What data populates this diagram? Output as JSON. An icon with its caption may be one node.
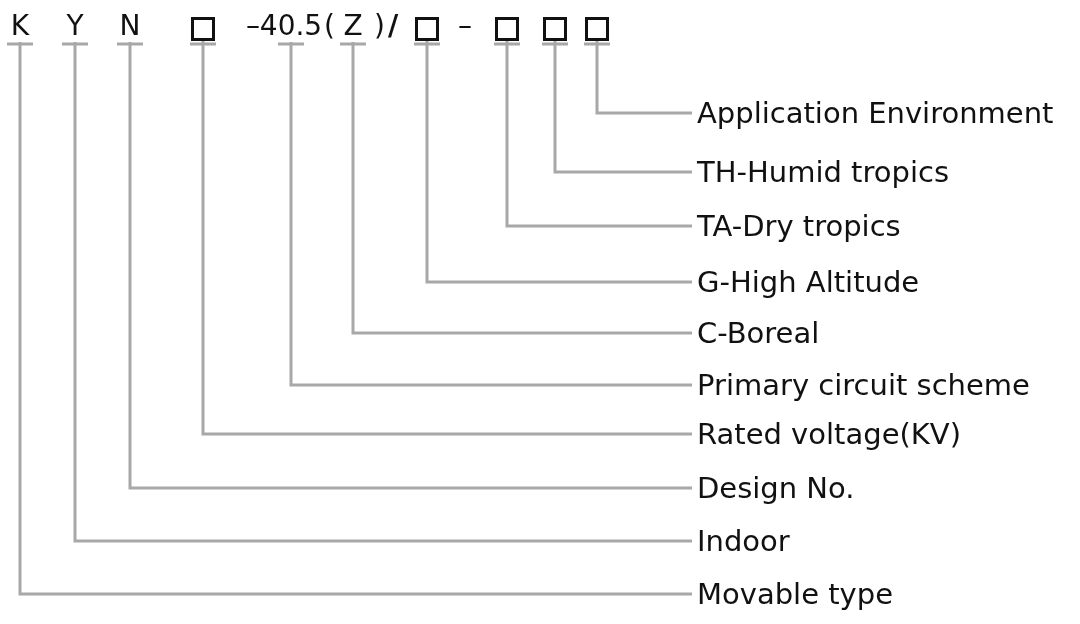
{
  "diagram": {
    "nodes": [
      {
        "text": [
          "K"
        ]
      },
      {
        "text": [
          "Y"
        ]
      },
      {
        "text": [
          "N"
        ]
      },
      {
        "text": [],
        "shape": "box"
      },
      {
        "text": [
          "40.5"
        ]
      },
      {
        "text": [
          "Z"
        ]
      },
      {
        "text": [],
        "shape": "box"
      },
      {
        "text": [],
        "shape": "box"
      },
      {
        "text": [],
        "shape": "box"
      },
      {
        "text": [],
        "shape": "box"
      },
      {
        "text": [
          "Application Environment"
        ]
      },
      {
        "text": [
          "TH-Humid tropics"
        ]
      },
      {
        "text": [
          "TA-Dry tropics"
        ]
      },
      {
        "text": [
          "G-High Altitude"
        ]
      },
      {
        "text": [
          "C-Boreal"
        ]
      },
      {
        "text": [
          "Primary circuit scheme"
        ]
      },
      {
        "text": [
          "Rated voltage(KV)"
        ]
      },
      {
        "text": [
          "Design No."
        ]
      },
      {
        "text": [
          "Indoor"
        ]
      },
      {
        "text": [
          "Movable type"
        ]
      }
    ],
    "edges": [
      {
        "from": 9,
        "to": 10,
        "arrow": "none"
      },
      {
        "from": 8,
        "to": 11,
        "arrow": "none"
      },
      {
        "from": 7,
        "to": 12,
        "arrow": "none"
      },
      {
        "from": 6,
        "to": 13,
        "arrow": "none"
      },
      {
        "from": 5,
        "to": 14,
        "arrow": "none"
      },
      {
        "from": 4,
        "to": 15,
        "arrow": "none"
      },
      {
        "from": 3,
        "to": 16,
        "arrow": "none"
      },
      {
        "from": 2,
        "to": 17,
        "arrow": "none"
      },
      {
        "from": 1,
        "to": 18,
        "arrow": "none"
      },
      {
        "from": 0,
        "to": 19,
        "arrow": "none"
      }
    ],
    "labels": [
      "–",
      "(",
      ")",
      "/",
      "–"
    ]
  }
}
